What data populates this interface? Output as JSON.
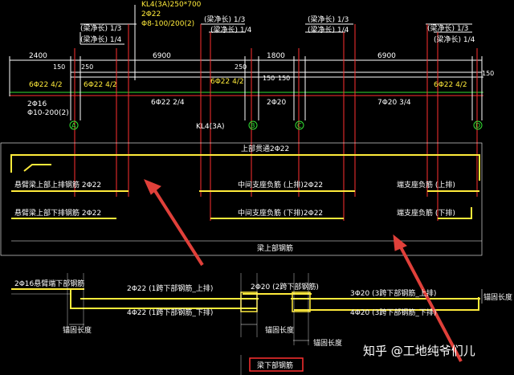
{
  "colors": {
    "background": "#000000",
    "rebar": "#ffeb3b",
    "dim": "#ffffff",
    "axis": "#33e033",
    "cut": "#ff3030",
    "arrow": "#e0403a"
  },
  "beam_title": {
    "name": "KL4(3A)250*700",
    "top": "2Φ22",
    "stirrup": "Φ8-100/200(2)"
  },
  "clear_span_labels": {
    "third": "(梁净长) 1/3",
    "quarter": "(梁净长) 1/4"
  },
  "spans": [
    "2400",
    "6900",
    "1800",
    "6900"
  ],
  "small_dims": {
    "a": "150",
    "b": "250",
    "c": "250",
    "d": "150",
    "e": "150",
    "f": "150"
  },
  "support_bars": {
    "b1": "6Φ22 4/2",
    "b2": "6Φ22 4/2",
    "b3": "6Φ22 4/2",
    "b4": "6Φ22 4/2"
  },
  "bottom_bars": {
    "left": "2Φ16",
    "left_stirrup": "Φ10-200(2)",
    "span1": "6Φ22 2/4",
    "span2": "2Φ20",
    "span3": "7Φ20 3/4"
  },
  "axes": [
    "A",
    "B",
    "C",
    "D"
  ],
  "beam_id": "KL4(3A)",
  "upper_labels": {
    "through": "上部贯通2Φ22",
    "cant_top": "悬臂梁上部上排钢筋 2Φ22",
    "mid_top": "中间支座负筋 (上排)2Φ22",
    "end_top": "端支座负筋 (上排)",
    "cant_bottom": "悬臂梁上部下排钢筋 2Φ22",
    "mid_bottom": "中间支座负筋 (下排)2Φ22",
    "end_bottom": "端支座负筋 (下排)",
    "caption": "梁上部钢筋"
  },
  "lower_labels": {
    "cant": "2Φ16悬臂端下部钢筋",
    "mid": "2Φ20 (2跨下部钢筋)",
    "s1_top": "2Φ22 (1跨下部钢筋_上排)",
    "s1_bot": "4Φ22 (1跨下部钢筋_下排)",
    "s3_top": "3Φ20 (3跨下部钢筋_上排)",
    "s3_bot": "4Φ20 (3跨下部钢筋_下排)",
    "anchor_left": "锚固长度",
    "anchor_mid": "锚固长度",
    "anchor_mid2": "锚固长度",
    "anchor_right": "锚固长度",
    "caption": "梁下部钢筋"
  },
  "watermark": "知乎 @工地纯爷们儿"
}
